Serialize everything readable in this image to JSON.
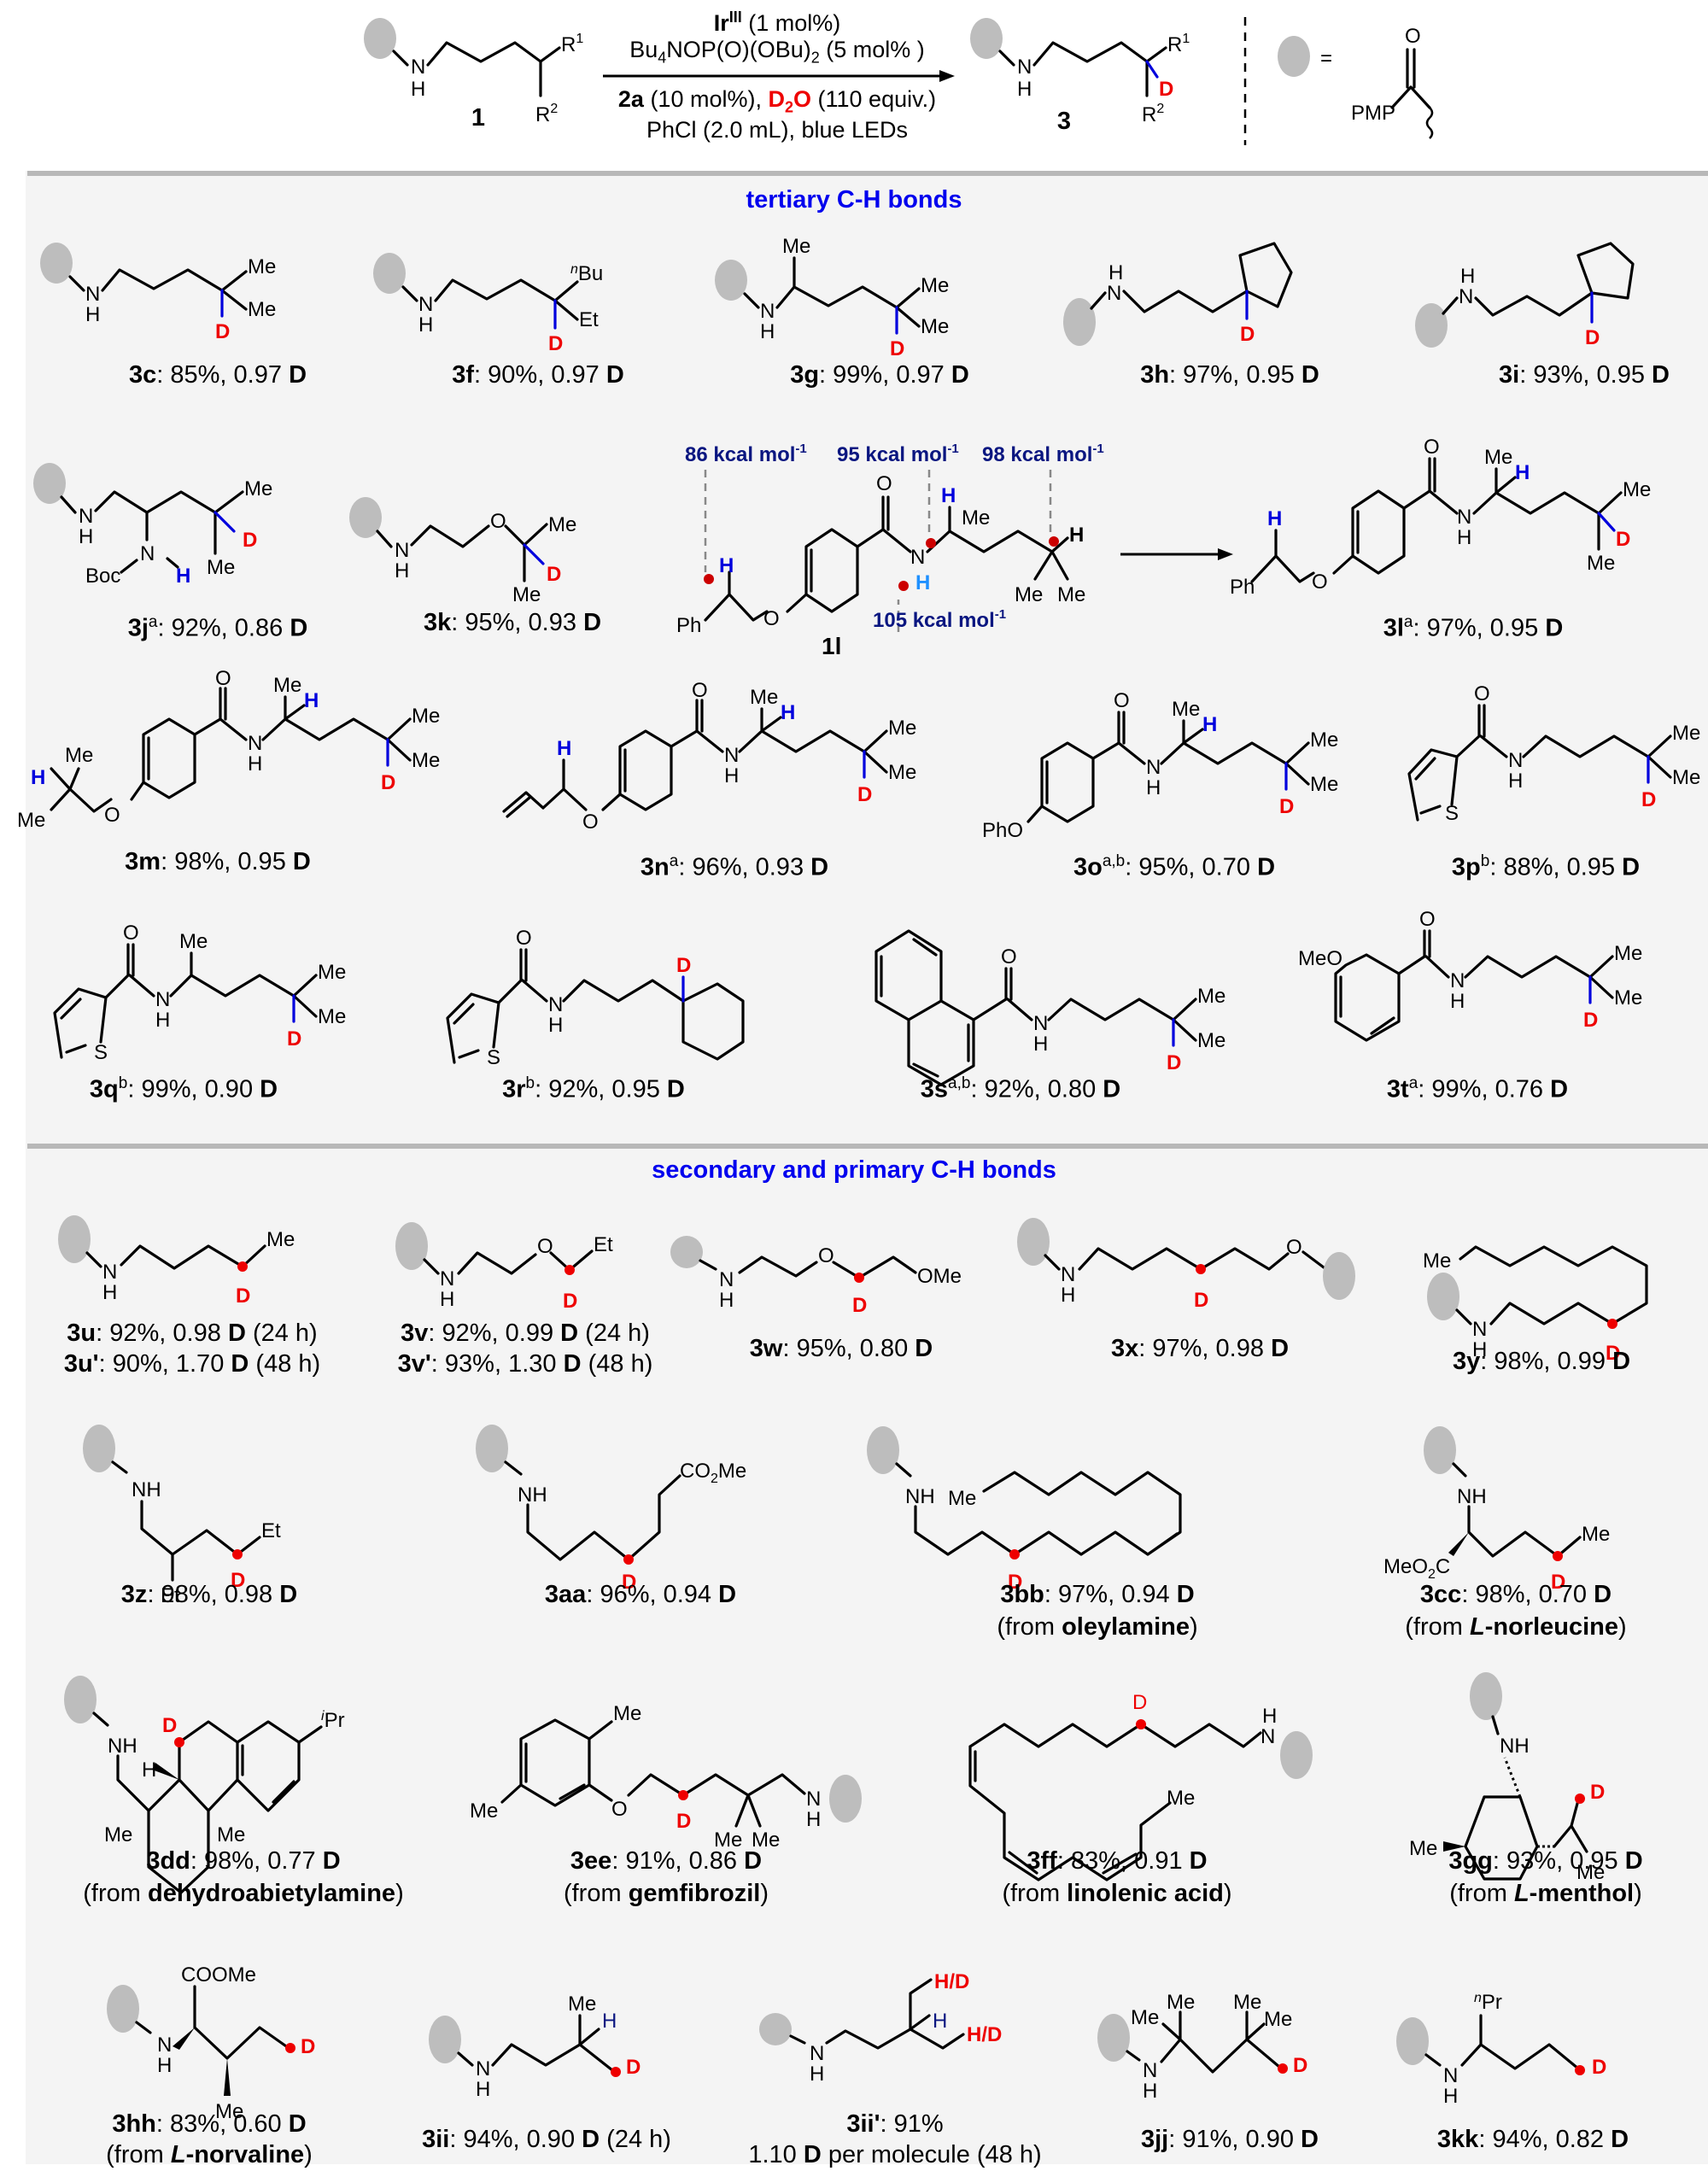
{
  "scheme": {
    "substrate_label": "1",
    "product_label": "3",
    "conditions": {
      "catalyst": "Ir",
      "catalyst_ox": "III",
      "catalyst_loading": "(1 mol%)",
      "line2_pre": "Bu",
      "line2_sub1": "4",
      "line2_mid": "NOP(O)(OBu)",
      "line2_sub2": "2",
      "line2_post": " (5 mol% )",
      "line3_reagent": "2a",
      "line3_loading": " (10 mol%), ",
      "line3_d2o_d": "D",
      "line3_d2o_sub": "2",
      "line3_d2o_o": "O",
      "line3_equiv": " (110 equiv.)",
      "line4": "PhCl (2.0 mL), blue LEDs"
    },
    "legend": {
      "equals": "=",
      "group": "PMP",
      "carbonyl_o": "O"
    },
    "r1": "R",
    "r1_sup": "1",
    "r2": "R",
    "r2_sup": "2",
    "nh_n": "N",
    "nh_h": "H",
    "d": "D"
  },
  "sections": {
    "tertiary": "tertiary C-H bonds",
    "secondary": "secondary and primary C-H bonds"
  },
  "bde": {
    "b86": "86 kcal mol",
    "b95": "95 kcal mol",
    "b98": "98 kcal mol",
    "b105": "105 kcal mol",
    "sup": "-1",
    "label_1l": "1l"
  },
  "compounds": [
    {
      "id": "3c",
      "sup": "",
      "yield": "85%",
      "d": "0.97",
      "note": ""
    },
    {
      "id": "3f",
      "sup": "",
      "yield": "90%",
      "d": "0.97",
      "note": ""
    },
    {
      "id": "3g",
      "sup": "",
      "yield": "99%",
      "d": "0.97",
      "note": ""
    },
    {
      "id": "3h",
      "sup": "",
      "yield": "97%",
      "d": "0.95",
      "note": ""
    },
    {
      "id": "3i",
      "sup": "",
      "yield": "93%",
      "d": "0.95",
      "note": ""
    },
    {
      "id": "3j",
      "sup": "a",
      "yield": "92%",
      "d": "0.86",
      "note": ""
    },
    {
      "id": "3k",
      "sup": "",
      "yield": "95%",
      "d": "0.93",
      "note": ""
    },
    {
      "id": "3l",
      "sup": "a",
      "yield": "97%",
      "d": "0.95",
      "note": ""
    },
    {
      "id": "3m",
      "sup": "",
      "yield": "98%",
      "d": "0.95",
      "note": ""
    },
    {
      "id": "3n",
      "sup": "a",
      "yield": "96%",
      "d": "0.93",
      "note": ""
    },
    {
      "id": "3o",
      "sup": "a,b",
      "yield": "95%",
      "d": "0.70",
      "note": ""
    },
    {
      "id": "3p",
      "sup": "b",
      "yield": "88%",
      "d": "0.95",
      "note": ""
    },
    {
      "id": "3q",
      "sup": "b",
      "yield": "99%",
      "d": "0.90",
      "note": ""
    },
    {
      "id": "3r",
      "sup": "b",
      "yield": "92%",
      "d": "0.95",
      "note": ""
    },
    {
      "id": "3s",
      "sup": "a,b",
      "yield": "92%",
      "d": "0.80",
      "note": ""
    },
    {
      "id": "3t",
      "sup": "a",
      "yield": "99%",
      "d": "0.76",
      "note": ""
    },
    {
      "id": "3u",
      "sup": "",
      "yield": "92%",
      "d": "0.98",
      "note": "(24 h)"
    },
    {
      "id": "3u'",
      "sup": "",
      "yield": "90%",
      "d": "1.70",
      "note": "(48 h)"
    },
    {
      "id": "3v",
      "sup": "",
      "yield": "92%",
      "d": "0.99",
      "note": "(24 h)"
    },
    {
      "id": "3v'",
      "sup": "",
      "yield": "93%",
      "d": "1.30",
      "note": "(48 h)"
    },
    {
      "id": "3w",
      "sup": "",
      "yield": "95%",
      "d": "0.80",
      "note": ""
    },
    {
      "id": "3x",
      "sup": "",
      "yield": "97%",
      "d": "0.98",
      "note": ""
    },
    {
      "id": "3y",
      "sup": "",
      "yield": "98%",
      "d": "0.99",
      "note": ""
    },
    {
      "id": "3z",
      "sup": "",
      "yield": "98%",
      "d": "0.98",
      "note": ""
    },
    {
      "id": "3aa",
      "sup": "",
      "yield": "96%",
      "d": "0.94",
      "note": ""
    },
    {
      "id": "3bb",
      "sup": "",
      "yield": "97%",
      "d": "0.94",
      "note": "",
      "from": "oleylamine"
    },
    {
      "id": "3cc",
      "sup": "",
      "yield": "98%",
      "d": "0.70",
      "note": "",
      "from_pre": "L",
      "from": "-norleucine"
    },
    {
      "id": "3dd",
      "sup": "",
      "yield": "98%",
      "d": "0.77",
      "note": "",
      "from": "dehydroabietylamine"
    },
    {
      "id": "3ee",
      "sup": "",
      "yield": "91%",
      "d": "0.86",
      "note": "",
      "from": "gemfibrozil"
    },
    {
      "id": "3ff",
      "sup": "",
      "yield": "83%",
      "d": "0.91",
      "note": "",
      "from": "linolenic acid"
    },
    {
      "id": "3gg",
      "sup": "",
      "yield": "93%",
      "d": "0.95",
      "note": "",
      "from_pre": "L",
      "from": "-menthol"
    },
    {
      "id": "3hh",
      "sup": "",
      "yield": "83%",
      "d": "0.60",
      "note": "",
      "from_pre": "L",
      "from": "-norvaline"
    },
    {
      "id": "3ii",
      "sup": "",
      "yield": "94%",
      "d": "0.90",
      "note": "(24 h)"
    },
    {
      "id": "3ii'",
      "sup": "",
      "yield": "91%",
      "d": "1.10",
      "note": "per molecule (48 h)"
    },
    {
      "id": "3jj",
      "sup": "",
      "yield": "91%",
      "d": "0.90",
      "note": ""
    },
    {
      "id": "3kk",
      "sup": "",
      "yield": "94%",
      "d": "0.82",
      "note": ""
    }
  ],
  "common": {
    "from": "(from ",
    "close": ")",
    "D": "D",
    "sep": ": ",
    "comma": ", ",
    "space": " "
  },
  "labels": {
    "Me": "Me",
    "Et": "Et",
    "nBu": "Bu",
    "n": "n",
    "i": "i",
    "Pr": "Pr",
    "Boc": "Boc",
    "O": "O",
    "S": "S",
    "N": "N",
    "H": "H",
    "NH": "NH",
    "D": "D",
    "OMe": "OMe",
    "MeO": "MeO",
    "Ph": "Ph",
    "PhO": "PhO",
    "CO2Me_a": "CO",
    "CO2Me_b": "2",
    "CO2Me_c": "Me",
    "MeO2C_a": "MeO",
    "MeO2C_b": "2",
    "MeO2C_c": "C",
    "COOMe": "COOMe",
    "HD": "H/D"
  },
  "colors": {
    "deuterium": "#ee0000",
    "hydrogen_highlight": "#0000dd",
    "section_title": "#0000ee",
    "bde_label": "#0a1680",
    "panel_bg": "#f4f4f4",
    "divider": "#b8b8b8",
    "protecting_group": "#bdbdbd"
  }
}
